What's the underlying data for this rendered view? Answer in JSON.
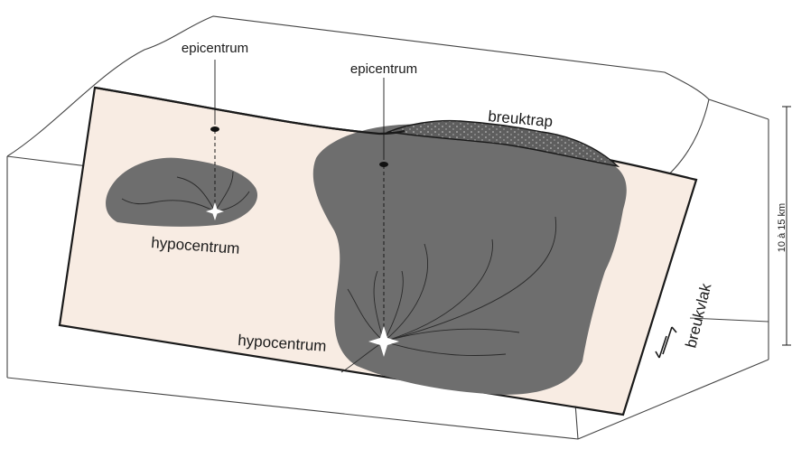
{
  "labels": {
    "epicenter_left": "epicentrum",
    "epicenter_right": "epicentrum",
    "hypocenter_left": "hypocentrum",
    "hypocenter_right": "hypocentrum",
    "fault_scarp": "breuktrap",
    "fault_plane": "breukvlak",
    "depth": "10 à 15 km"
  },
  "colors": {
    "fault_plane_fill": "#f8ece3",
    "rupture_zone_fill": "#6e6e6e",
    "scarp_fill": "#5e5e5e",
    "line": "#1a1a1a",
    "box_line": "#444444",
    "star": "#ffffff"
  },
  "icons": {
    "hypocenter_marker": "four-point-star",
    "epicenter_marker": "dot",
    "slip_indicator": "half-arrows"
  }
}
